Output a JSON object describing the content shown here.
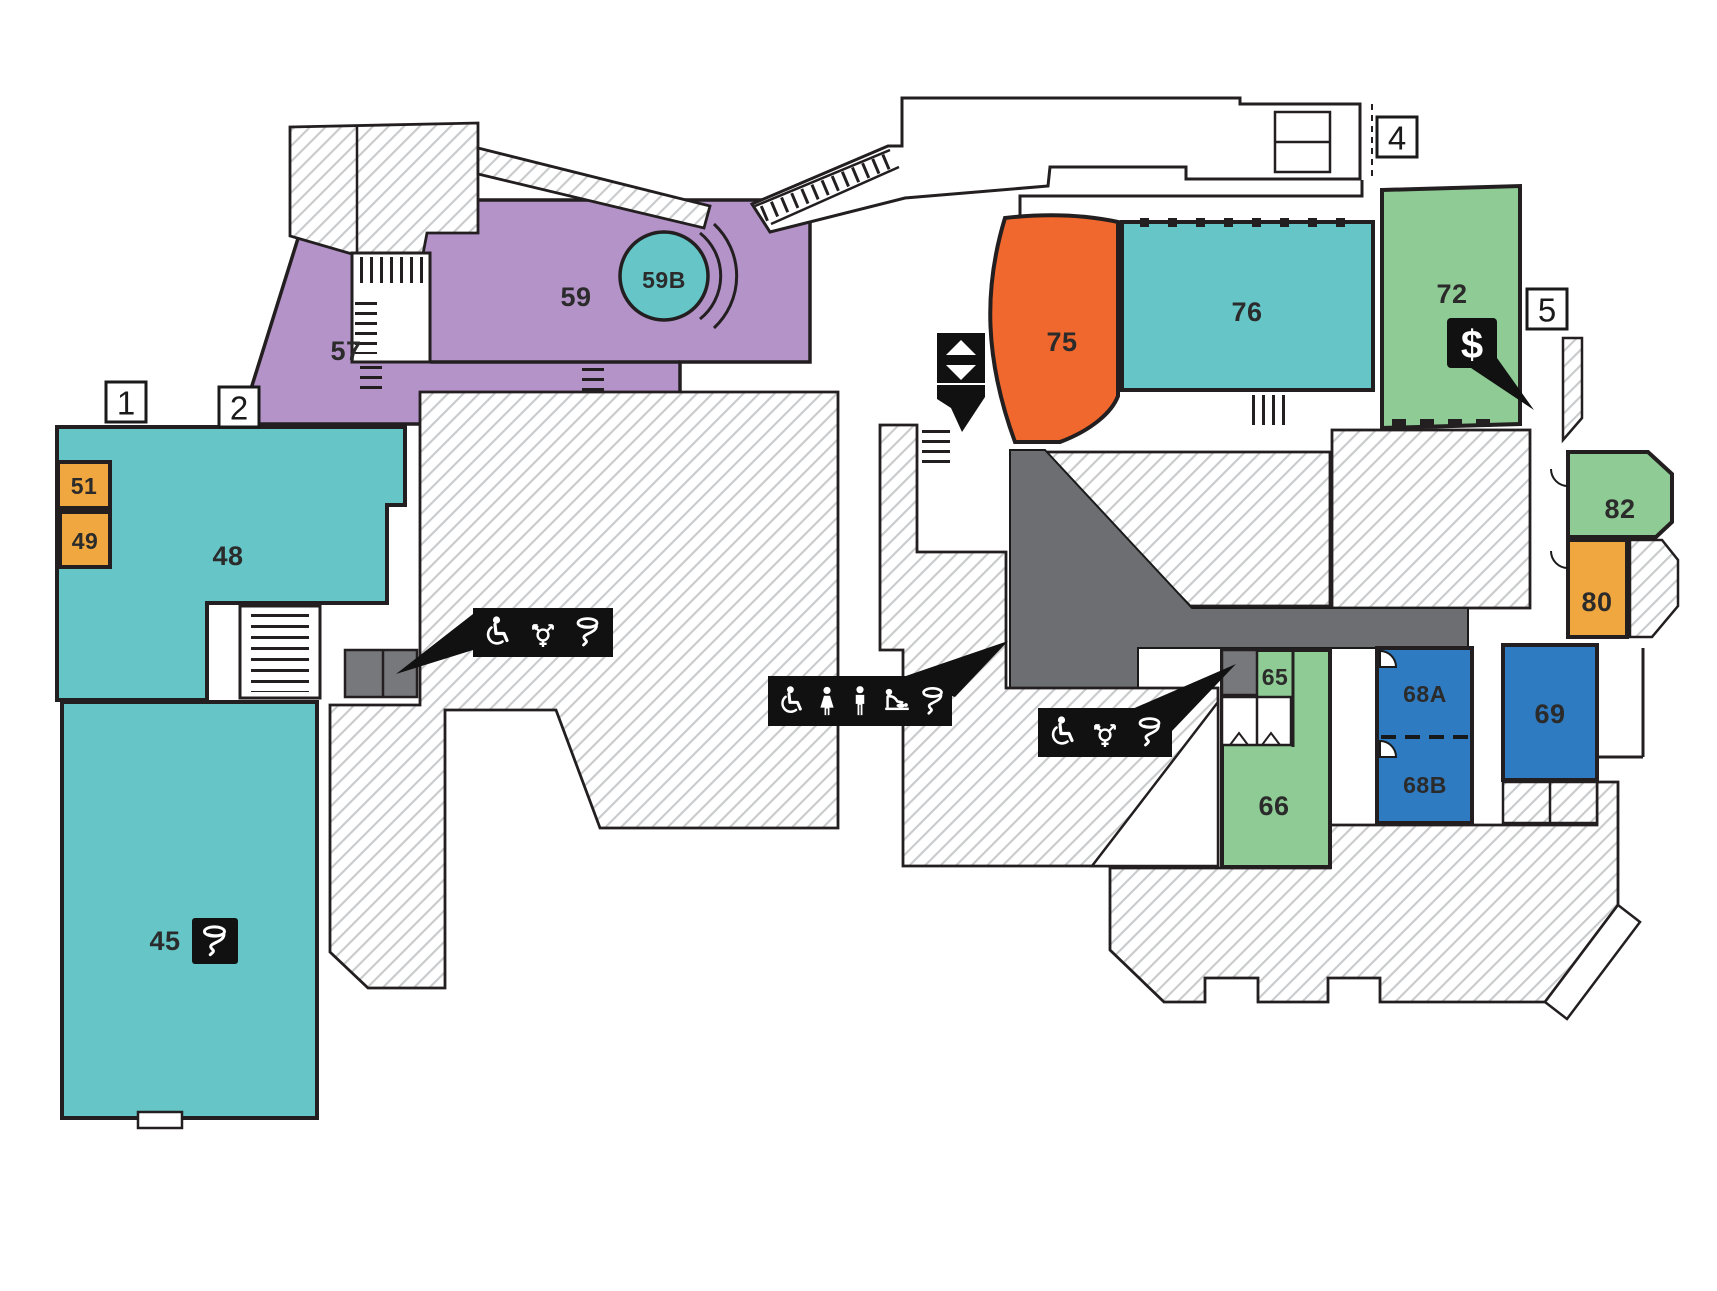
{
  "map": {
    "type": "building-floor-plan",
    "rooms": [
      {
        "id": "45",
        "label": "45",
        "color_key": "teal"
      },
      {
        "id": "48",
        "label": "48",
        "color_key": "teal"
      },
      {
        "id": "49",
        "label": "49",
        "color_key": "gold"
      },
      {
        "id": "51",
        "label": "51",
        "color_key": "gold"
      },
      {
        "id": "57",
        "label": "57",
        "color_key": "purple"
      },
      {
        "id": "59",
        "label": "59",
        "color_key": "purple"
      },
      {
        "id": "59B",
        "label": "59B",
        "color_key": "teal"
      },
      {
        "id": "65",
        "label": "65",
        "color_key": "green"
      },
      {
        "id": "66",
        "label": "66",
        "color_key": "green"
      },
      {
        "id": "68A",
        "label": "68A",
        "color_key": "blue"
      },
      {
        "id": "68B",
        "label": "68B",
        "color_key": "blue"
      },
      {
        "id": "69",
        "label": "69",
        "color_key": "blue"
      },
      {
        "id": "72",
        "label": "72",
        "color_key": "green"
      },
      {
        "id": "75",
        "label": "75",
        "color_key": "orange"
      },
      {
        "id": "76",
        "label": "76",
        "color_key": "teal"
      },
      {
        "id": "80",
        "label": "80",
        "color_key": "gold"
      },
      {
        "id": "82",
        "label": "82",
        "color_key": "green"
      }
    ],
    "entrances": [
      {
        "label": "1"
      },
      {
        "label": "2"
      },
      {
        "label": "4"
      },
      {
        "label": "5"
      }
    ],
    "amenity_icons": [
      {
        "name": "elevator-icon"
      },
      {
        "name": "dollar-icon",
        "label": "$"
      },
      {
        "name": "tornado-shelter-icon"
      },
      {
        "name": "accessible-restroom-icon"
      },
      {
        "name": "all-gender-restroom-icon"
      },
      {
        "name": "womens-restroom-icon"
      },
      {
        "name": "mens-restroom-icon"
      },
      {
        "name": "baby-changing-icon"
      }
    ],
    "colors": {
      "teal": "#66C5C7",
      "purple": "#B493C8",
      "orange": "#F1682E",
      "green": "#8FCB94",
      "blue": "#2F7BC1",
      "gold": "#F0A73F",
      "corridor": "#6D6E71",
      "restroom_gray": "#77787B",
      "hatch_line": "#C8CACC",
      "wall": "#231F20"
    }
  }
}
